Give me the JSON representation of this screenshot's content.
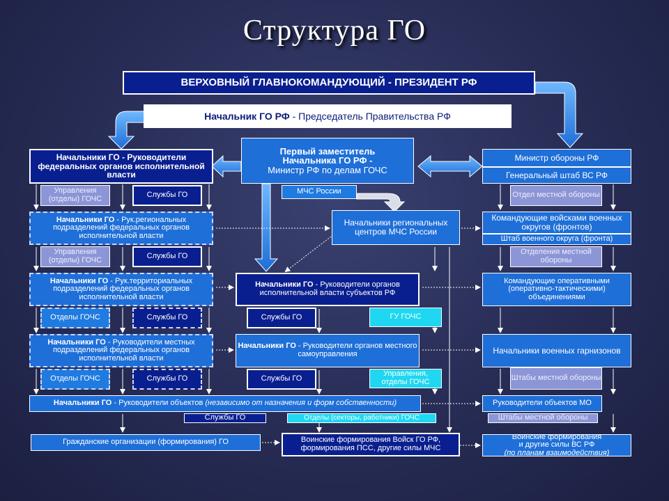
{
  "title": "Структура ГО",
  "president": "ВЕРХОВНЫЙ ГЛАВНОКОМАНДУЮЩИЙ - ПРЕЗИДЕНТ РФ",
  "chief_go": {
    "bold": "Начальник ГО РФ",
    "rest": " - Председатель Правительства РФ"
  },
  "first_deputy": {
    "line1": "Первый заместитель",
    "line2": "Начальника ГО РФ -",
    "line3": "Министр РФ по делам ГОЧС"
  },
  "mchs": "МЧС России",
  "defense": {
    "minister": "Министр обороны РФ",
    "staff": "Генеральный штаб ВС РФ"
  },
  "left_col": {
    "fed_heads": "Начальники ГО - Руководители федеральных органов исполнительной власти",
    "mgmt_gochs": "Управления (отделы) ГОЧС",
    "services1": "Службы ГО",
    "reg_heads_bold": "Начальники ГО",
    "reg_heads_rest": " - Рук.региональных подразделений федеральных органов исполнительной власти",
    "mgmt_gochs2": "Управления (отделы) ГОЧС",
    "services2": "Службы ГО",
    "terr_heads_bold": "Начальники ГО",
    "terr_heads_rest": " - Рук.территориальных подразделений федеральных органов исполнительной власти",
    "depts_gochs3": "Отделы ГОЧС",
    "services3": "Службы ГО",
    "local_heads_bold": "Начальники ГО",
    "local_heads_rest": " - Руководители местных подразделений федеральных органов исполнительной власти",
    "depts_gochs4": "Отделы ГОЧС",
    "services4": "Службы ГО"
  },
  "center_col": {
    "regional_centers": "Начальники региональных центров МЧС России",
    "subjects_bold": "Начальники ГО",
    "subjects_rest": " - Руководители органов исполнительной власти субъектов РФ",
    "services_subj": "Службы ГО",
    "gu_gochs": "ГУ ГОЧС",
    "local_gov_bold": "Начальники ГО",
    "local_gov_rest": " - Руководители органов местного самоуправления",
    "services_local": "Службы ГО",
    "mgmt_local": "Управления, отделы ГОЧС"
  },
  "right_col": {
    "local_def_dept": "Отдел местной обороны",
    "district_commanders": "Командующие войсками военных округов (фронтов)",
    "district_staff": "Штаб военного округа (фронта)",
    "local_def_depts": "Отделения местной обороны",
    "operational": "Командующие оперативными (оперативно-тактическими) объединениями",
    "garrison": "Начальники военных гарнизонов",
    "local_def_staffs": "Штабы местной обороны",
    "mo_heads": "Руководители объектов МО",
    "local_def_staffs2": "Штабы местной обороны"
  },
  "objects": {
    "heads_bold": "Начальники ГО",
    "heads_rest": " - Руководители объектов ",
    "heads_italic": "(независимо от назначения и форм собственности)",
    "services": "Службы ГО",
    "departments": "Отделы (секторы, работники) ГОЧС"
  },
  "bottom": {
    "civil": "Гражданские организации (формирования) ГО",
    "military": "Воинские формирования Войск ГО РФ, формирования ПСС, другие силы МЧС",
    "forces_line1": "Воинские формирования",
    "forces_line2": "и другие силы ВС РФ",
    "forces_line3": "(по планам взаимодействия)"
  }
}
